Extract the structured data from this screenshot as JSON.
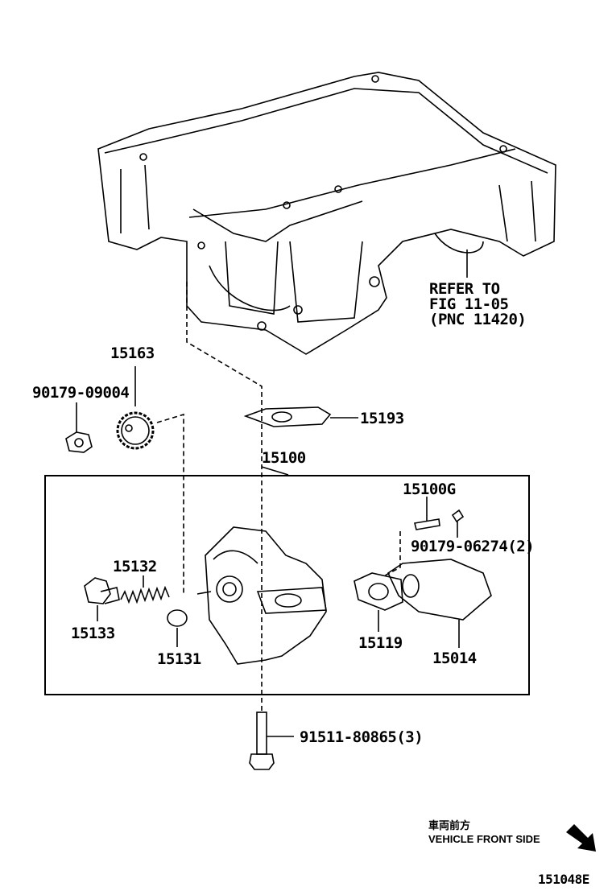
{
  "parts": {
    "p15163": "15163",
    "p90179_09004": "90179-09004",
    "p15193": "15193",
    "p15100": "15100",
    "p15100G": "15100G",
    "p90179_06274": "90179-06274(2)",
    "p15132": "15132",
    "p15133": "15133",
    "p15131": "15131",
    "p15119": "15119",
    "p15014": "15014",
    "p91511_80865": "91511-80865(3)"
  },
  "reference": {
    "line1": "REFER TO",
    "line2": "FIG 11-05",
    "line3": "(PNC 11420)"
  },
  "direction": {
    "jp": "車両前方",
    "en": "VEHICLE FRONT SIDE",
    "icon": "arrow-down-right-icon"
  },
  "figure_id": "151048E"
}
